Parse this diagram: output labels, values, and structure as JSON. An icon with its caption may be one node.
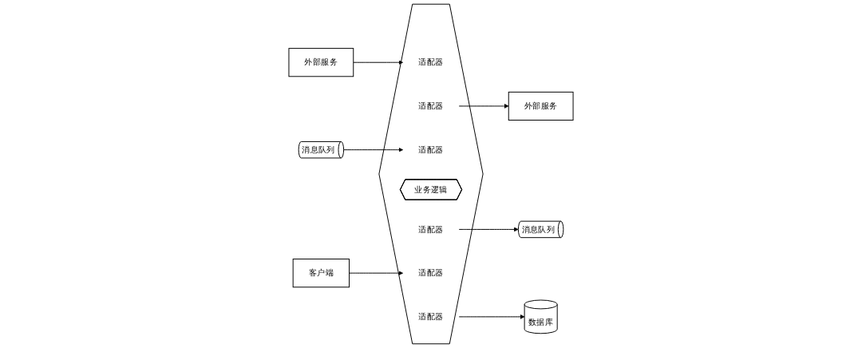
{
  "diagram": {
    "nodes": [
      {
        "text": [
          "外部服务"
        ]
      },
      {
        "text": [],
        "shape": "hexagon"
      },
      {
        "text": [
          "适配器"
        ],
        "in": 1
      },
      {
        "text": [
          "适配器"
        ],
        "in": 1
      },
      {
        "text": [
          "外部服务"
        ]
      },
      {
        "text": [
          "消息队列"
        ]
      },
      {
        "text": [
          "适配器"
        ],
        "in": 1
      },
      {
        "text": [
          "业务逻辑"
        ],
        "in": 1
      },
      {
        "text": [
          "适配器"
        ],
        "in": 1
      },
      {
        "text": [
          "消息队列"
        ]
      },
      {
        "text": [
          "客户端"
        ]
      },
      {
        "text": [
          "适配器"
        ],
        "in": 1
      },
      {
        "text": [
          "适配器"
        ],
        "in": 1
      },
      {
        "text": [
          "数据库"
        ]
      }
    ],
    "edges": [
      {
        "from": 0,
        "to": 2,
        "arrow": "to"
      },
      {
        "from": 3,
        "to": 4,
        "arrow": "to"
      },
      {
        "from": 5,
        "to": 6,
        "arrow": "to"
      },
      {
        "from": 8,
        "to": 9,
        "arrow": "to"
      },
      {
        "from": 10,
        "to": 11,
        "arrow": "to"
      },
      {
        "from": 12,
        "to": 13,
        "arrow": "to"
      }
    ]
  }
}
